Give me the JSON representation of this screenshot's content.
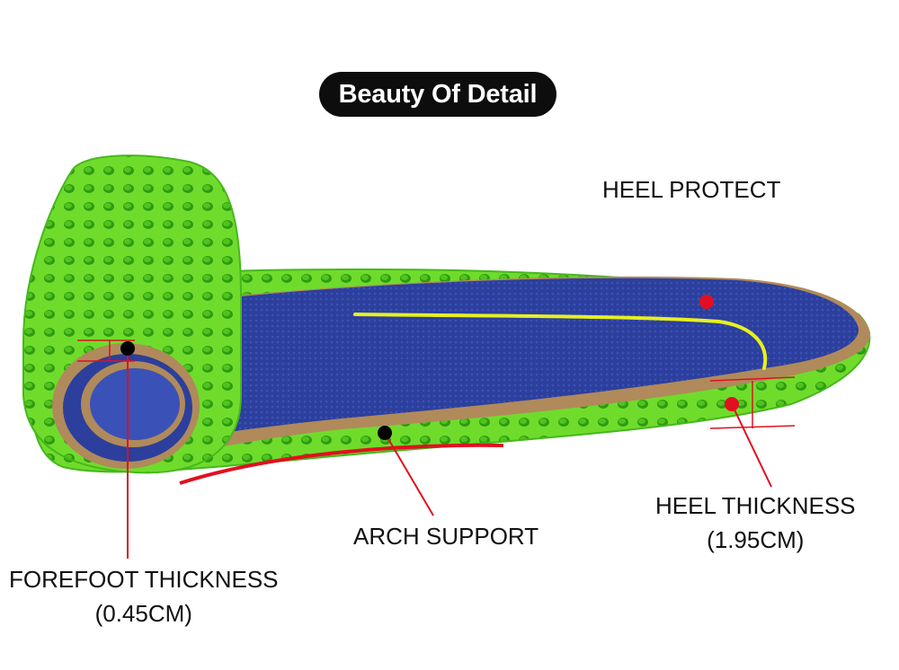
{
  "header": {
    "title": "Beauty Of Detail"
  },
  "labels": {
    "heel_protect": "HEEL PROTECT",
    "arch_support": "ARCH SUPPORT",
    "heel_thickness": "HEEL THICKNESS",
    "heel_thickness_value": "(1.95CM)",
    "forefoot_thickness": "FOREFOOT THICKNESS",
    "forefoot_thickness_value": "(0.45CM)"
  },
  "colors": {
    "foam_green": "#6ddc2a",
    "fabric_blue": "#2b3f9e",
    "cork_tan": "#b08a5a",
    "accent_red": "#e01020",
    "accent_yellow": "#e6f020",
    "pill_black": "#0d0d0d"
  }
}
